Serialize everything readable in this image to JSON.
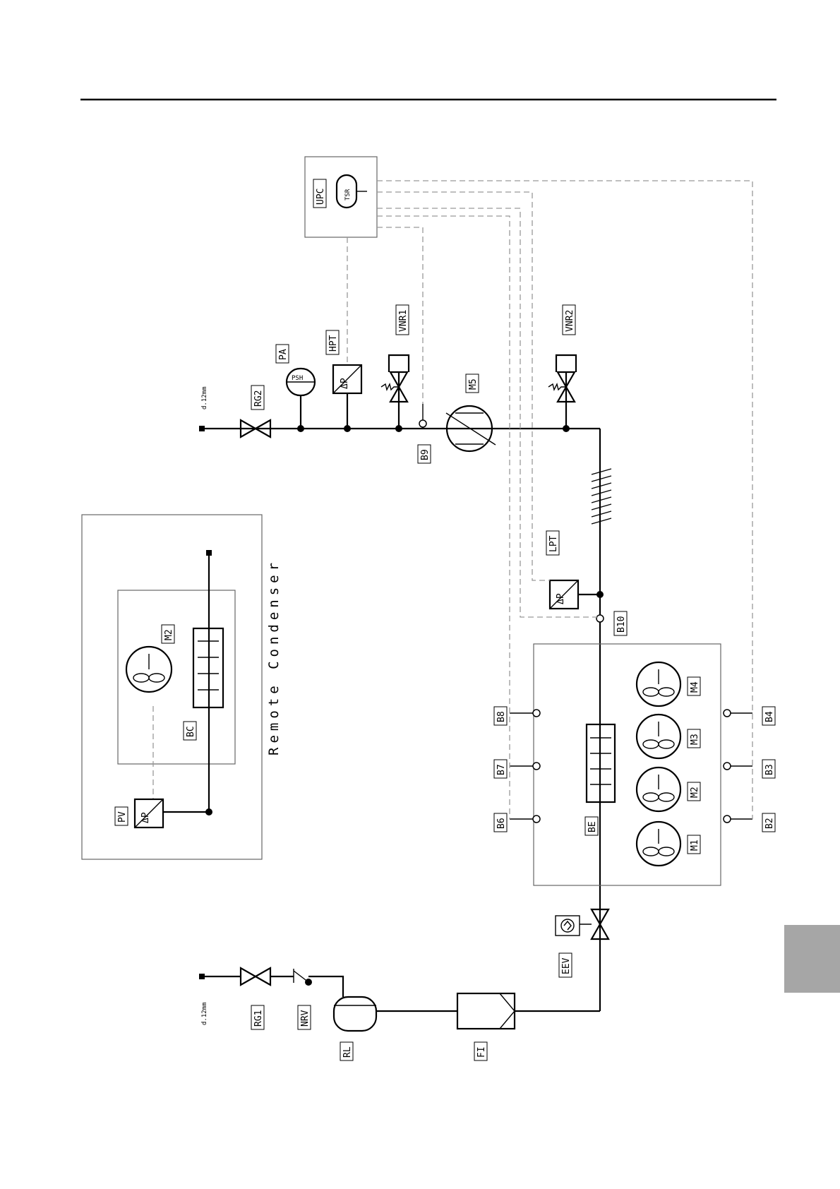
{
  "title": "Remote Condenser",
  "pipe_sizes": {
    "top": "d.12mm",
    "bottom": "d.12mm"
  },
  "labels": {
    "UPC": "UPC",
    "TSR": "TSR",
    "PA": "PA",
    "PSH": "PSH",
    "HPT": "HPT",
    "RG2": "RG2",
    "VNR1": "VNR1",
    "VNR2": "VNR2",
    "M5": "M5",
    "B9": "B9",
    "LPT": "LPT",
    "B10": "B10",
    "PV": "PV",
    "BC": "BC",
    "M2c": "M2",
    "B8": "B8",
    "B7": "B7",
    "B6": "B6",
    "BE": "BE",
    "M1": "M1",
    "M2": "M2",
    "M3": "M3",
    "M4": "M4",
    "B4": "B4",
    "B3": "B3",
    "B2": "B2",
    "EEV": "EEV",
    "RG1": "RG1",
    "NRV": "NRV",
    "RL": "RL",
    "FI": "FI",
    "dp": "ΔP"
  },
  "colors": {
    "line": "#000000",
    "signal": "#999999",
    "frame": "#666666",
    "tab": "#a6a6a6"
  }
}
